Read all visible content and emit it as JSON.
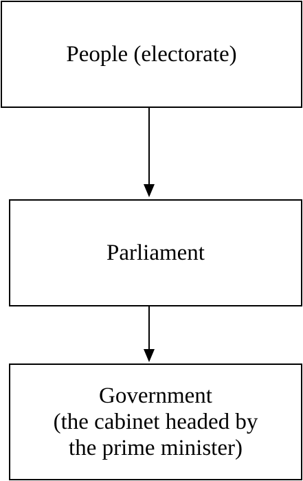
{
  "diagram": {
    "nodes": [
      {
        "id": "people",
        "lines": [
          "People (electorate)"
        ]
      },
      {
        "id": "parliament",
        "lines": [
          "Parliament"
        ]
      },
      {
        "id": "government",
        "lines": [
          "Government",
          "(the cabinet headed by",
          "the prime minister)"
        ]
      }
    ],
    "edges": [
      {
        "from": "people",
        "to": "parliament"
      },
      {
        "from": "parliament",
        "to": "government"
      }
    ],
    "colors": {
      "stroke": "#000000",
      "background": "#ffffff"
    }
  }
}
